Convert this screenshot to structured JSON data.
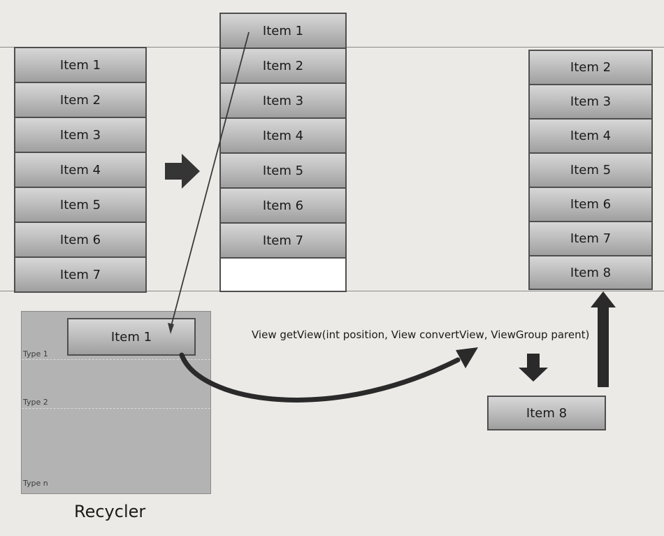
{
  "diagram": {
    "list_before": [
      "Item 1",
      "Item 2",
      "Item 3",
      "Item 4",
      "Item 5",
      "Item 6",
      "Item 7"
    ],
    "list_scrolling": [
      "Item 1",
      "Item 2",
      "Item 3",
      "Item 4",
      "Item 5",
      "Item 6",
      "Item 7",
      ""
    ],
    "list_after": [
      "Item 2",
      "Item 3",
      "Item 4",
      "Item 5",
      "Item 6",
      "Item 7",
      "Item 8"
    ],
    "recycler": {
      "label": "Recycler",
      "cached_item": "Item 1",
      "types": [
        "Type 1",
        "Type 2",
        "Type n"
      ]
    },
    "new_item": "Item 8",
    "caption": "View getView(int position, View convertView, ViewGroup parent)"
  }
}
